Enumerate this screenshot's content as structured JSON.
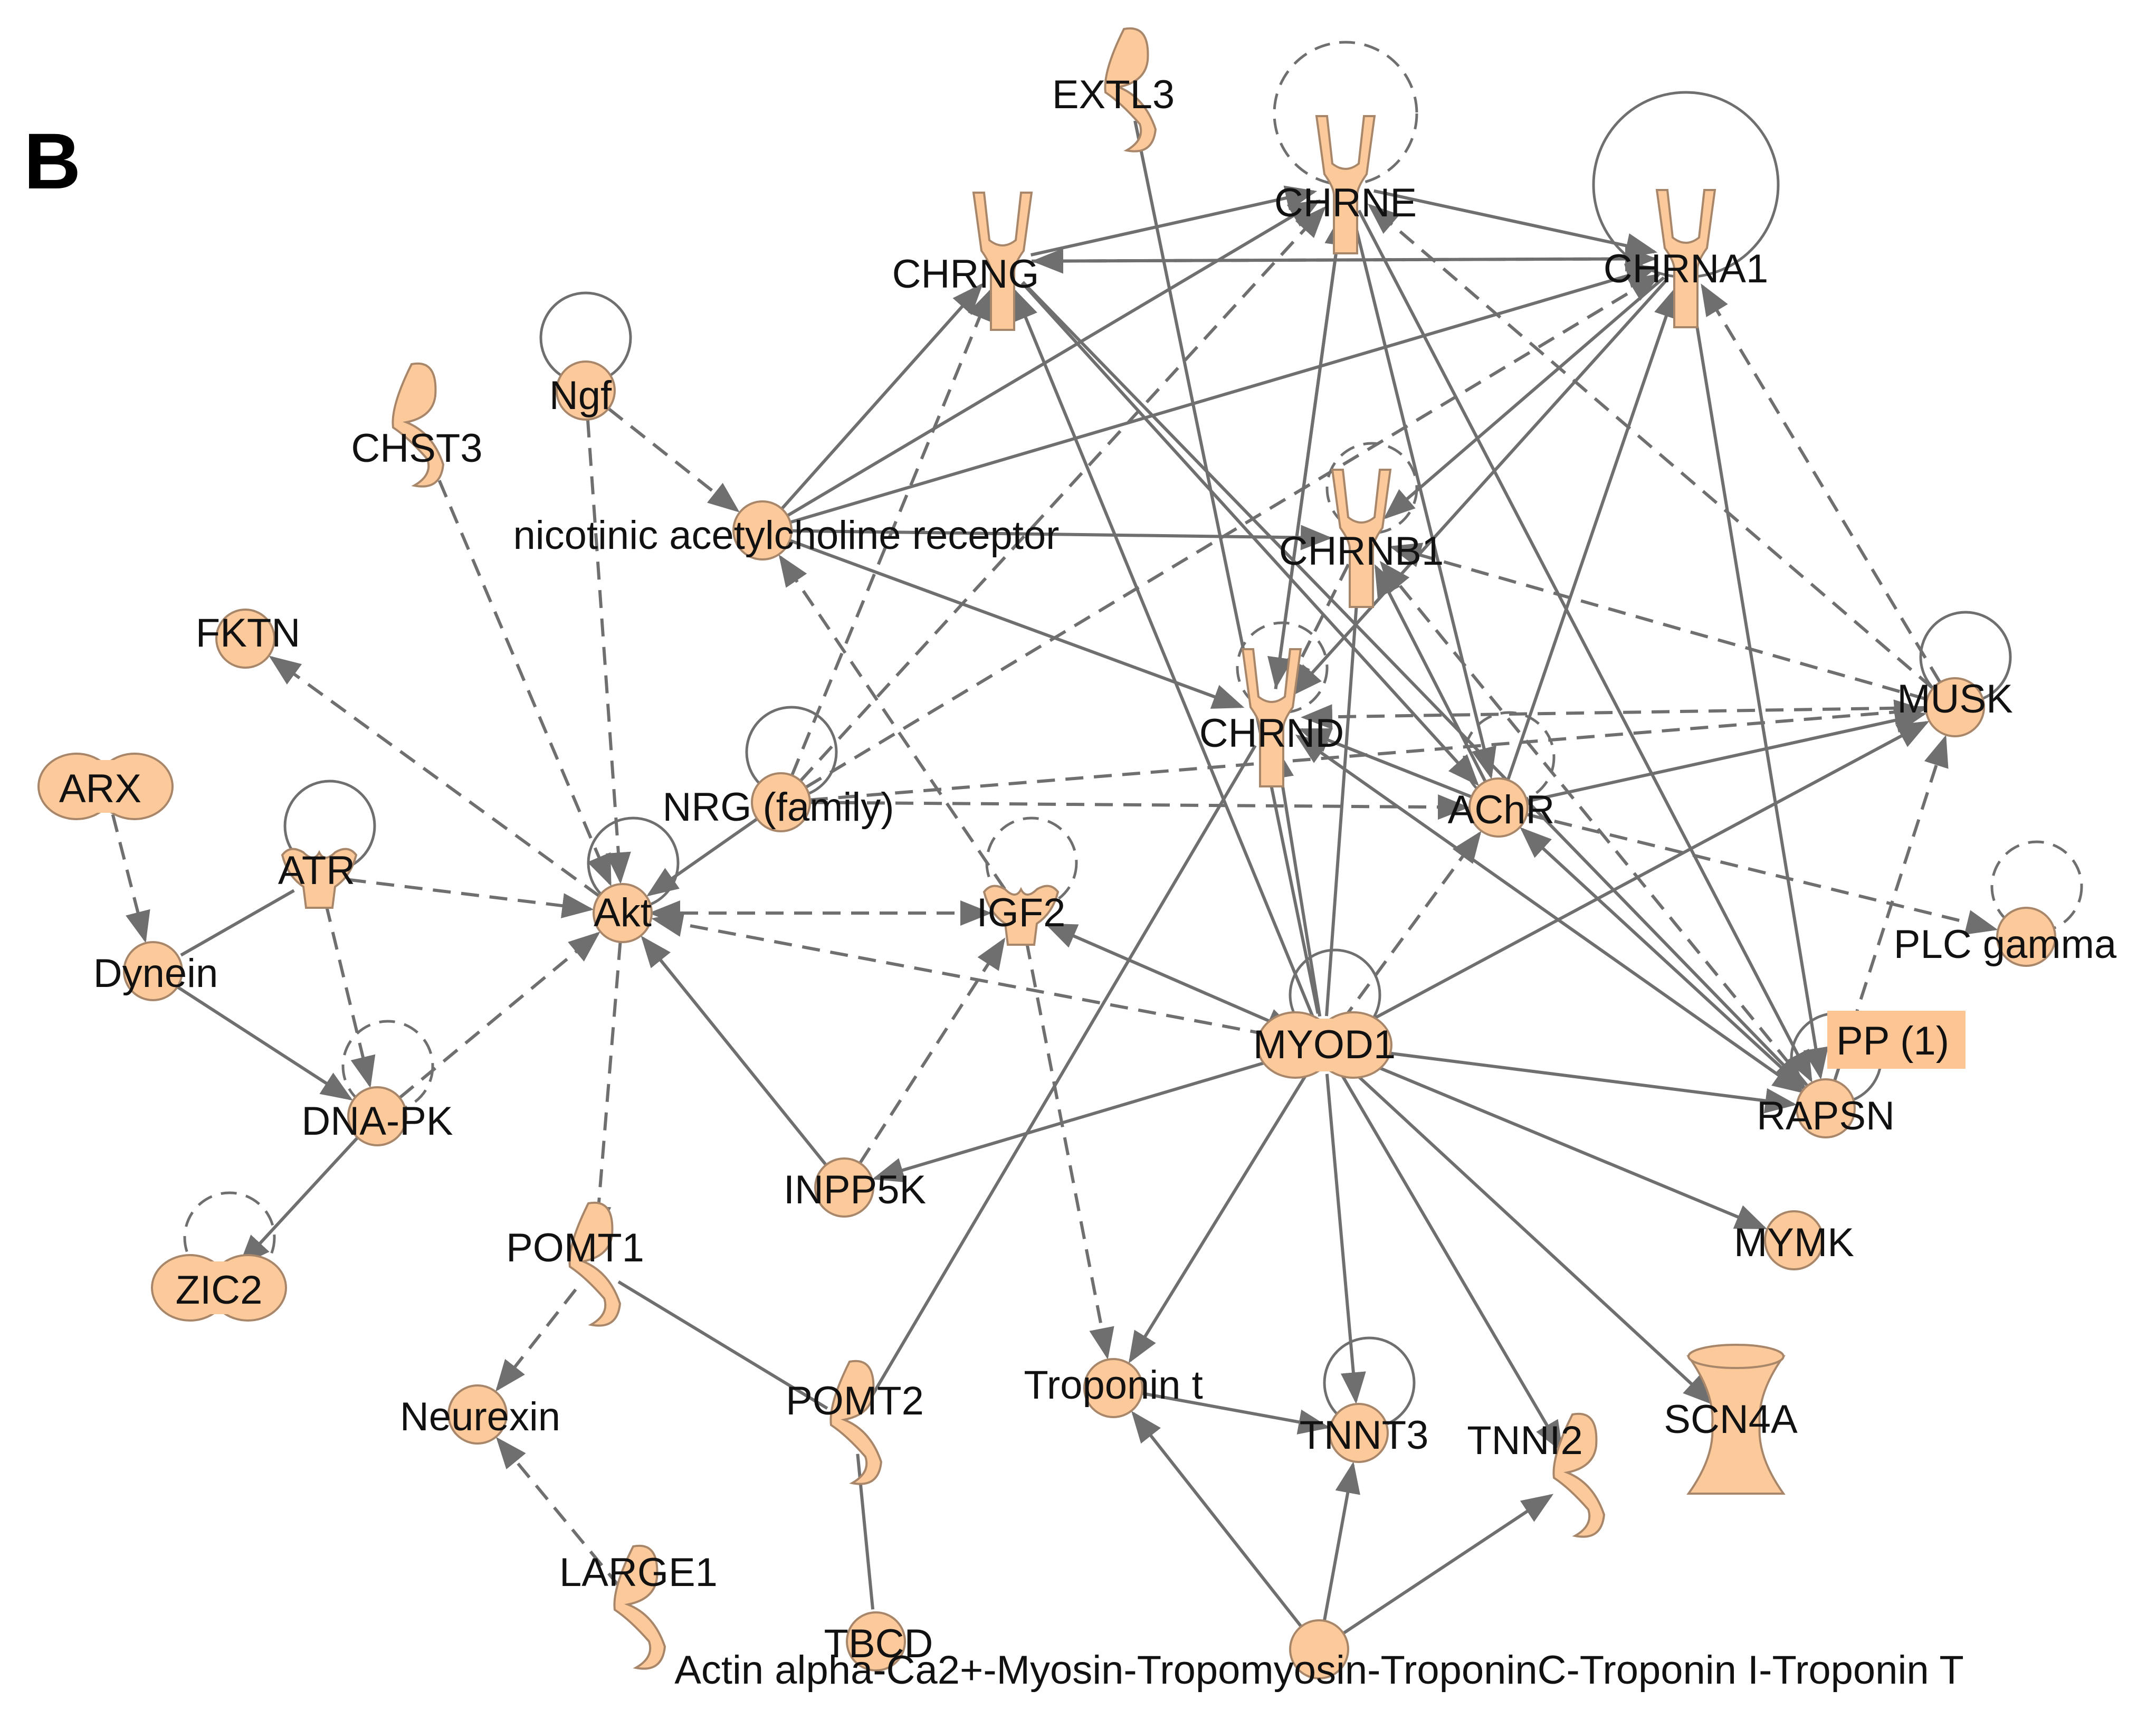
{
  "panel_label": "B",
  "colors": {
    "node_fill": "#fcc99b",
    "node_stroke": "#a8866a",
    "edge": "#6f6f6f",
    "pp_box_fill": "#fdc593"
  },
  "nodes": [
    {
      "id": "EXTL3",
      "label": "EXTL3",
      "shape": "enzyme"
    },
    {
      "id": "CHRNE",
      "label": "CHRNE",
      "shape": "receptor"
    },
    {
      "id": "CHRNG",
      "label": "CHRNG",
      "shape": "receptor"
    },
    {
      "id": "CHRNA1",
      "label": "CHRNA1",
      "shape": "receptor"
    },
    {
      "id": "Ngf",
      "label": "Ngf",
      "shape": "circle"
    },
    {
      "id": "CHST3",
      "label": "CHST3",
      "shape": "enzyme"
    },
    {
      "id": "nAChR",
      "label": "nicotinic acetylcholine receptor",
      "shape": "circle"
    },
    {
      "id": "CHRNB1",
      "label": "CHRNB1",
      "shape": "receptor"
    },
    {
      "id": "FKTN",
      "label": "FKTN",
      "shape": "circle"
    },
    {
      "id": "CHRND",
      "label": "CHRND",
      "shape": "receptor"
    },
    {
      "id": "MUSK",
      "label": "MUSK",
      "shape": "circle"
    },
    {
      "id": "ARX",
      "label": "ARX",
      "shape": "double"
    },
    {
      "id": "NRG",
      "label": "NRG (family)",
      "shape": "circle"
    },
    {
      "id": "AChR",
      "label": "AChR",
      "shape": "circle"
    },
    {
      "id": "ATR",
      "label": "ATR",
      "shape": "kinase"
    },
    {
      "id": "Akt",
      "label": "Akt",
      "shape": "circle"
    },
    {
      "id": "IGF2",
      "label": "IGF2",
      "shape": "kinase"
    },
    {
      "id": "PLCgamma",
      "label": "PLC gamma",
      "shape": "circle"
    },
    {
      "id": "Dynein",
      "label": "Dynein",
      "shape": "circle"
    },
    {
      "id": "MYOD1",
      "label": "MYOD1",
      "shape": "double"
    },
    {
      "id": "RAPSN",
      "label": "RAPSN",
      "shape": "circle"
    },
    {
      "id": "DNAPK",
      "label": "DNA-PK",
      "shape": "circle"
    },
    {
      "id": "INPP5K",
      "label": "INPP5K",
      "shape": "circle"
    },
    {
      "id": "MYMK",
      "label": "MYMK",
      "shape": "circle"
    },
    {
      "id": "ZIC2",
      "label": "ZIC2",
      "shape": "double"
    },
    {
      "id": "POMT1",
      "label": "POMT1",
      "shape": "enzyme"
    },
    {
      "id": "Neurexin",
      "label": "Neurexin",
      "shape": "circle"
    },
    {
      "id": "POMT2",
      "label": "POMT2",
      "shape": "enzyme"
    },
    {
      "id": "Troponint",
      "label": "Troponin t",
      "shape": "circle"
    },
    {
      "id": "TNNT3",
      "label": "TNNT3",
      "shape": "circle"
    },
    {
      "id": "TNNI2",
      "label": "TNNI2",
      "shape": "enzyme"
    },
    {
      "id": "SCN4A",
      "label": "SCN4A",
      "shape": "channel"
    },
    {
      "id": "LARGE1",
      "label": "LARGE1",
      "shape": "enzyme"
    },
    {
      "id": "TBCD",
      "label": "TBCD",
      "shape": "circle"
    },
    {
      "id": "Actin",
      "label": "Actin alpha-Ca2+-Myosin-Tropomyosin-TroponinC-Troponin I-Troponin T",
      "shape": "circle"
    }
  ],
  "pp_box": {
    "label": "PP (1)"
  },
  "self_loops": [
    {
      "node": "CHRNE",
      "style": "dashed"
    },
    {
      "node": "CHRNA1",
      "style": "solid"
    },
    {
      "node": "Ngf",
      "style": "solid"
    },
    {
      "node": "CHRNB1",
      "style": "dashed"
    },
    {
      "node": "CHRND",
      "style": "dashed"
    },
    {
      "node": "MUSK",
      "style": "solid"
    },
    {
      "node": "NRG",
      "style": "solid"
    },
    {
      "node": "ATR",
      "style": "solid"
    },
    {
      "node": "Akt",
      "style": "solid"
    },
    {
      "node": "IGF2",
      "style": "dashed"
    },
    {
      "node": "AChR",
      "style": "dashed"
    },
    {
      "node": "PLCgamma",
      "style": "dashed"
    },
    {
      "node": "MYOD1",
      "style": "solid"
    },
    {
      "node": "RAPSN",
      "style": "solid"
    },
    {
      "node": "DNAPK",
      "style": "dashed"
    },
    {
      "node": "ZIC2",
      "style": "dashed"
    },
    {
      "node": "TNNT3",
      "style": "solid"
    }
  ],
  "edges": [
    {
      "from": "Ngf",
      "to": "nAChR",
      "style": "dashed",
      "arrow": true
    },
    {
      "from": "Ngf",
      "to": "Akt",
      "style": "dashed",
      "arrow": true
    },
    {
      "from": "CHST3",
      "to": "Akt",
      "style": "dashed",
      "arrow": true
    },
    {
      "from": "Akt",
      "to": "FKTN",
      "style": "dashed",
      "arrow": true
    },
    {
      "from": "ARX",
      "to": "Dynein",
      "style": "dashed",
      "arrow": true
    },
    {
      "from": "ATR",
      "to": "Dynein",
      "style": "solid",
      "arrow": false
    },
    {
      "from": "ATR",
      "to": "Akt",
      "style": "dashed",
      "arrow": true
    },
    {
      "from": "ATR",
      "to": "DNAPK",
      "style": "dashed",
      "arrow": true
    },
    {
      "from": "Dynein",
      "to": "DNAPK",
      "style": "solid",
      "arrow": true
    },
    {
      "from": "DNAPK",
      "to": "Akt",
      "style": "dashed",
      "arrow": true
    },
    {
      "from": "DNAPK",
      "to": "ZIC2",
      "style": "solid",
      "arrow": true
    },
    {
      "from": "NRG",
      "to": "Akt",
      "style": "solid",
      "arrow": true
    },
    {
      "from": "NRG",
      "to": "CHRNE",
      "style": "dashed",
      "arrow": true
    },
    {
      "from": "NRG",
      "to": "CHRNA1",
      "style": "dashed",
      "arrow": true
    },
    {
      "from": "NRG",
      "to": "CHRNG",
      "style": "dashed",
      "arrow": true
    },
    {
      "from": "NRG",
      "to": "AChR",
      "style": "dashed",
      "arrow": true
    },
    {
      "from": "NRG",
      "to": "MUSK",
      "style": "dashed",
      "arrow": true
    },
    {
      "from": "nAChR",
      "to": "CHRNG",
      "style": "solid",
      "arrow": true
    },
    {
      "from": "nAChR",
      "to": "CHRNE",
      "style": "solid",
      "arrow": true
    },
    {
      "from": "nAChR",
      "to": "CHRNA1",
      "style": "solid",
      "arrow": true
    },
    {
      "from": "nAChR",
      "to": "CHRNB1",
      "style": "solid",
      "arrow": true
    },
    {
      "from": "nAChR",
      "to": "CHRND",
      "style": "solid",
      "arrow": true
    },
    {
      "from": "IGF2",
      "to": "nAChR",
      "style": "dashed",
      "arrow": true
    },
    {
      "from": "Akt",
      "to": "IGF2",
      "style": "dashed",
      "arrow": true,
      "both": true
    },
    {
      "from": "MYOD1",
      "to": "Akt",
      "style": "dashed",
      "arrow": true
    },
    {
      "from": "Akt",
      "to": "POMT1",
      "style": "dashed",
      "arrow": true
    },
    {
      "from": "INPP5K",
      "to": "Akt",
      "style": "solid",
      "arrow": true
    },
    {
      "from": "INPP5K",
      "to": "IGF2",
      "style": "dashed",
      "arrow": true
    },
    {
      "from": "IGF2",
      "to": "MYOD1",
      "style": "solid",
      "arrow": true,
      "both": true
    },
    {
      "from": "IGF2",
      "to": "Troponint",
      "style": "dashed",
      "arrow": true
    },
    {
      "from": "MYOD1",
      "to": "INPP5K",
      "style": "solid",
      "arrow": true
    },
    {
      "from": "MYOD1",
      "to": "CHRND",
      "style": "solid",
      "arrow": true
    },
    {
      "from": "MYOD1",
      "to": "CHRNG",
      "style": "solid",
      "arrow": true
    },
    {
      "from": "MYOD1",
      "to": "AChR",
      "style": "dashed",
      "arrow": true
    },
    {
      "from": "MYOD1",
      "to": "MUSK",
      "style": "solid",
      "arrow": true
    },
    {
      "from": "MYOD1",
      "to": "RAPSN",
      "style": "solid",
      "arrow": true
    },
    {
      "from": "MYOD1",
      "to": "MYMK",
      "style": "solid",
      "arrow": true
    },
    {
      "from": "MYOD1",
      "to": "SCN4A",
      "style": "solid",
      "arrow": true
    },
    {
      "from": "MYOD1",
      "to": "TNNI2",
      "style": "solid",
      "arrow": true
    },
    {
      "from": "MYOD1",
      "to": "TNNT3",
      "style": "solid",
      "arrow": true
    },
    {
      "from": "MYOD1",
      "to": "Troponint",
      "style": "solid",
      "arrow": true
    },
    {
      "from": "EXTL3",
      "to": "MYOD1",
      "style": "solid",
      "arrow": false
    },
    {
      "from": "CHRNG",
      "to": "CHRNE",
      "style": "solid",
      "arrow": true
    },
    {
      "from": "CHRNA1",
      "to": "CHRNG",
      "style": "solid",
      "arrow": true
    },
    {
      "from": "CHRNE",
      "to": "CHRNA1",
      "style": "solid",
      "arrow": true
    },
    {
      "from": "CHRNG",
      "to": "CHRNA1",
      "style": "dashed",
      "arrow": true
    },
    {
      "from": "CHRNG",
      "to": "AChR",
      "style": "solid",
      "arrow": true
    },
    {
      "from": "CHRNG",
      "to": "RAPSN",
      "style": "solid",
      "arrow": true
    },
    {
      "from": "CHRNE",
      "to": "CHRND",
      "style": "solid",
      "arrow": true
    },
    {
      "from": "CHRND",
      "to": "CHRNE",
      "style": "solid",
      "arrow": true
    },
    {
      "from": "CHRNE",
      "to": "RAPSN",
      "style": "solid",
      "arrow": true
    },
    {
      "from": "CHRNE",
      "to": "AChR",
      "style": "solid",
      "arrow": true
    },
    {
      "from": "CHRNA1",
      "to": "CHRND",
      "style": "solid",
      "arrow": true
    },
    {
      "from": "CHRNA1",
      "to": "CHRNB1",
      "style": "solid",
      "arrow": true
    },
    {
      "from": "CHRNA1",
      "to": "RAPSN",
      "style": "solid",
      "arrow": true
    },
    {
      "from": "MUSK",
      "to": "CHRNA1",
      "style": "dashed",
      "arrow": true
    },
    {
      "from": "MUSK",
      "to": "CHRNE",
      "style": "dashed",
      "arrow": true
    },
    {
      "from": "MUSK",
      "to": "CHRNB1",
      "style": "dashed",
      "arrow": true
    },
    {
      "from": "MUSK",
      "to": "CHRND",
      "style": "dashed",
      "arrow": true
    },
    {
      "from": "AChR",
      "to": "MUSK",
      "style": "solid",
      "arrow": true
    },
    {
      "from": "AChR",
      "to": "CHRNA1",
      "style": "solid",
      "arrow": true
    },
    {
      "from": "AChR",
      "to": "CHRNB1",
      "style": "solid",
      "arrow": true
    },
    {
      "from": "AChR",
      "to": "CHRND",
      "style": "solid",
      "arrow": true
    },
    {
      "from": "AChR",
      "to": "PLCgamma",
      "style": "dashed",
      "arrow": true
    },
    {
      "from": "RAPSN",
      "to": "AChR",
      "style": "solid",
      "arrow": true
    },
    {
      "from": "RAPSN",
      "to": "CHRND",
      "style": "solid",
      "arrow": true,
      "both": true
    },
    {
      "from": "RAPSN",
      "to": "CHRNB1",
      "style": "dashed",
      "arrow": true
    },
    {
      "from": "RAPSN",
      "to": "MUSK",
      "style": "dashed",
      "arrow": true
    },
    {
      "from": "CHRNB1",
      "to": "CHRND",
      "style": "dashed",
      "arrow": true
    },
    {
      "from": "MYOD1",
      "to": "CHRNB1",
      "style": "solid",
      "arrow": false
    },
    {
      "from": "POMT2",
      "to": "CHRND",
      "style": "solid",
      "arrow": false
    },
    {
      "from": "POMT1",
      "to": "Neurexin",
      "style": "dashed",
      "arrow": true
    },
    {
      "from": "POMT1",
      "to": "POMT2",
      "style": "solid",
      "arrow": false
    },
    {
      "from": "POMT2",
      "to": "TBCD",
      "style": "solid",
      "arrow": false
    },
    {
      "from": "LARGE1",
      "to": "Neurexin",
      "style": "dashed",
      "arrow": true
    },
    {
      "from": "Troponint",
      "to": "TNNT3",
      "style": "solid",
      "arrow": true
    },
    {
      "from": "Actin",
      "to": "Troponint",
      "style": "solid",
      "arrow": true
    },
    {
      "from": "Actin",
      "to": "TNNT3",
      "style": "solid",
      "arrow": true
    },
    {
      "from": "Actin",
      "to": "TNNI2",
      "style": "solid",
      "arrow": true
    }
  ]
}
